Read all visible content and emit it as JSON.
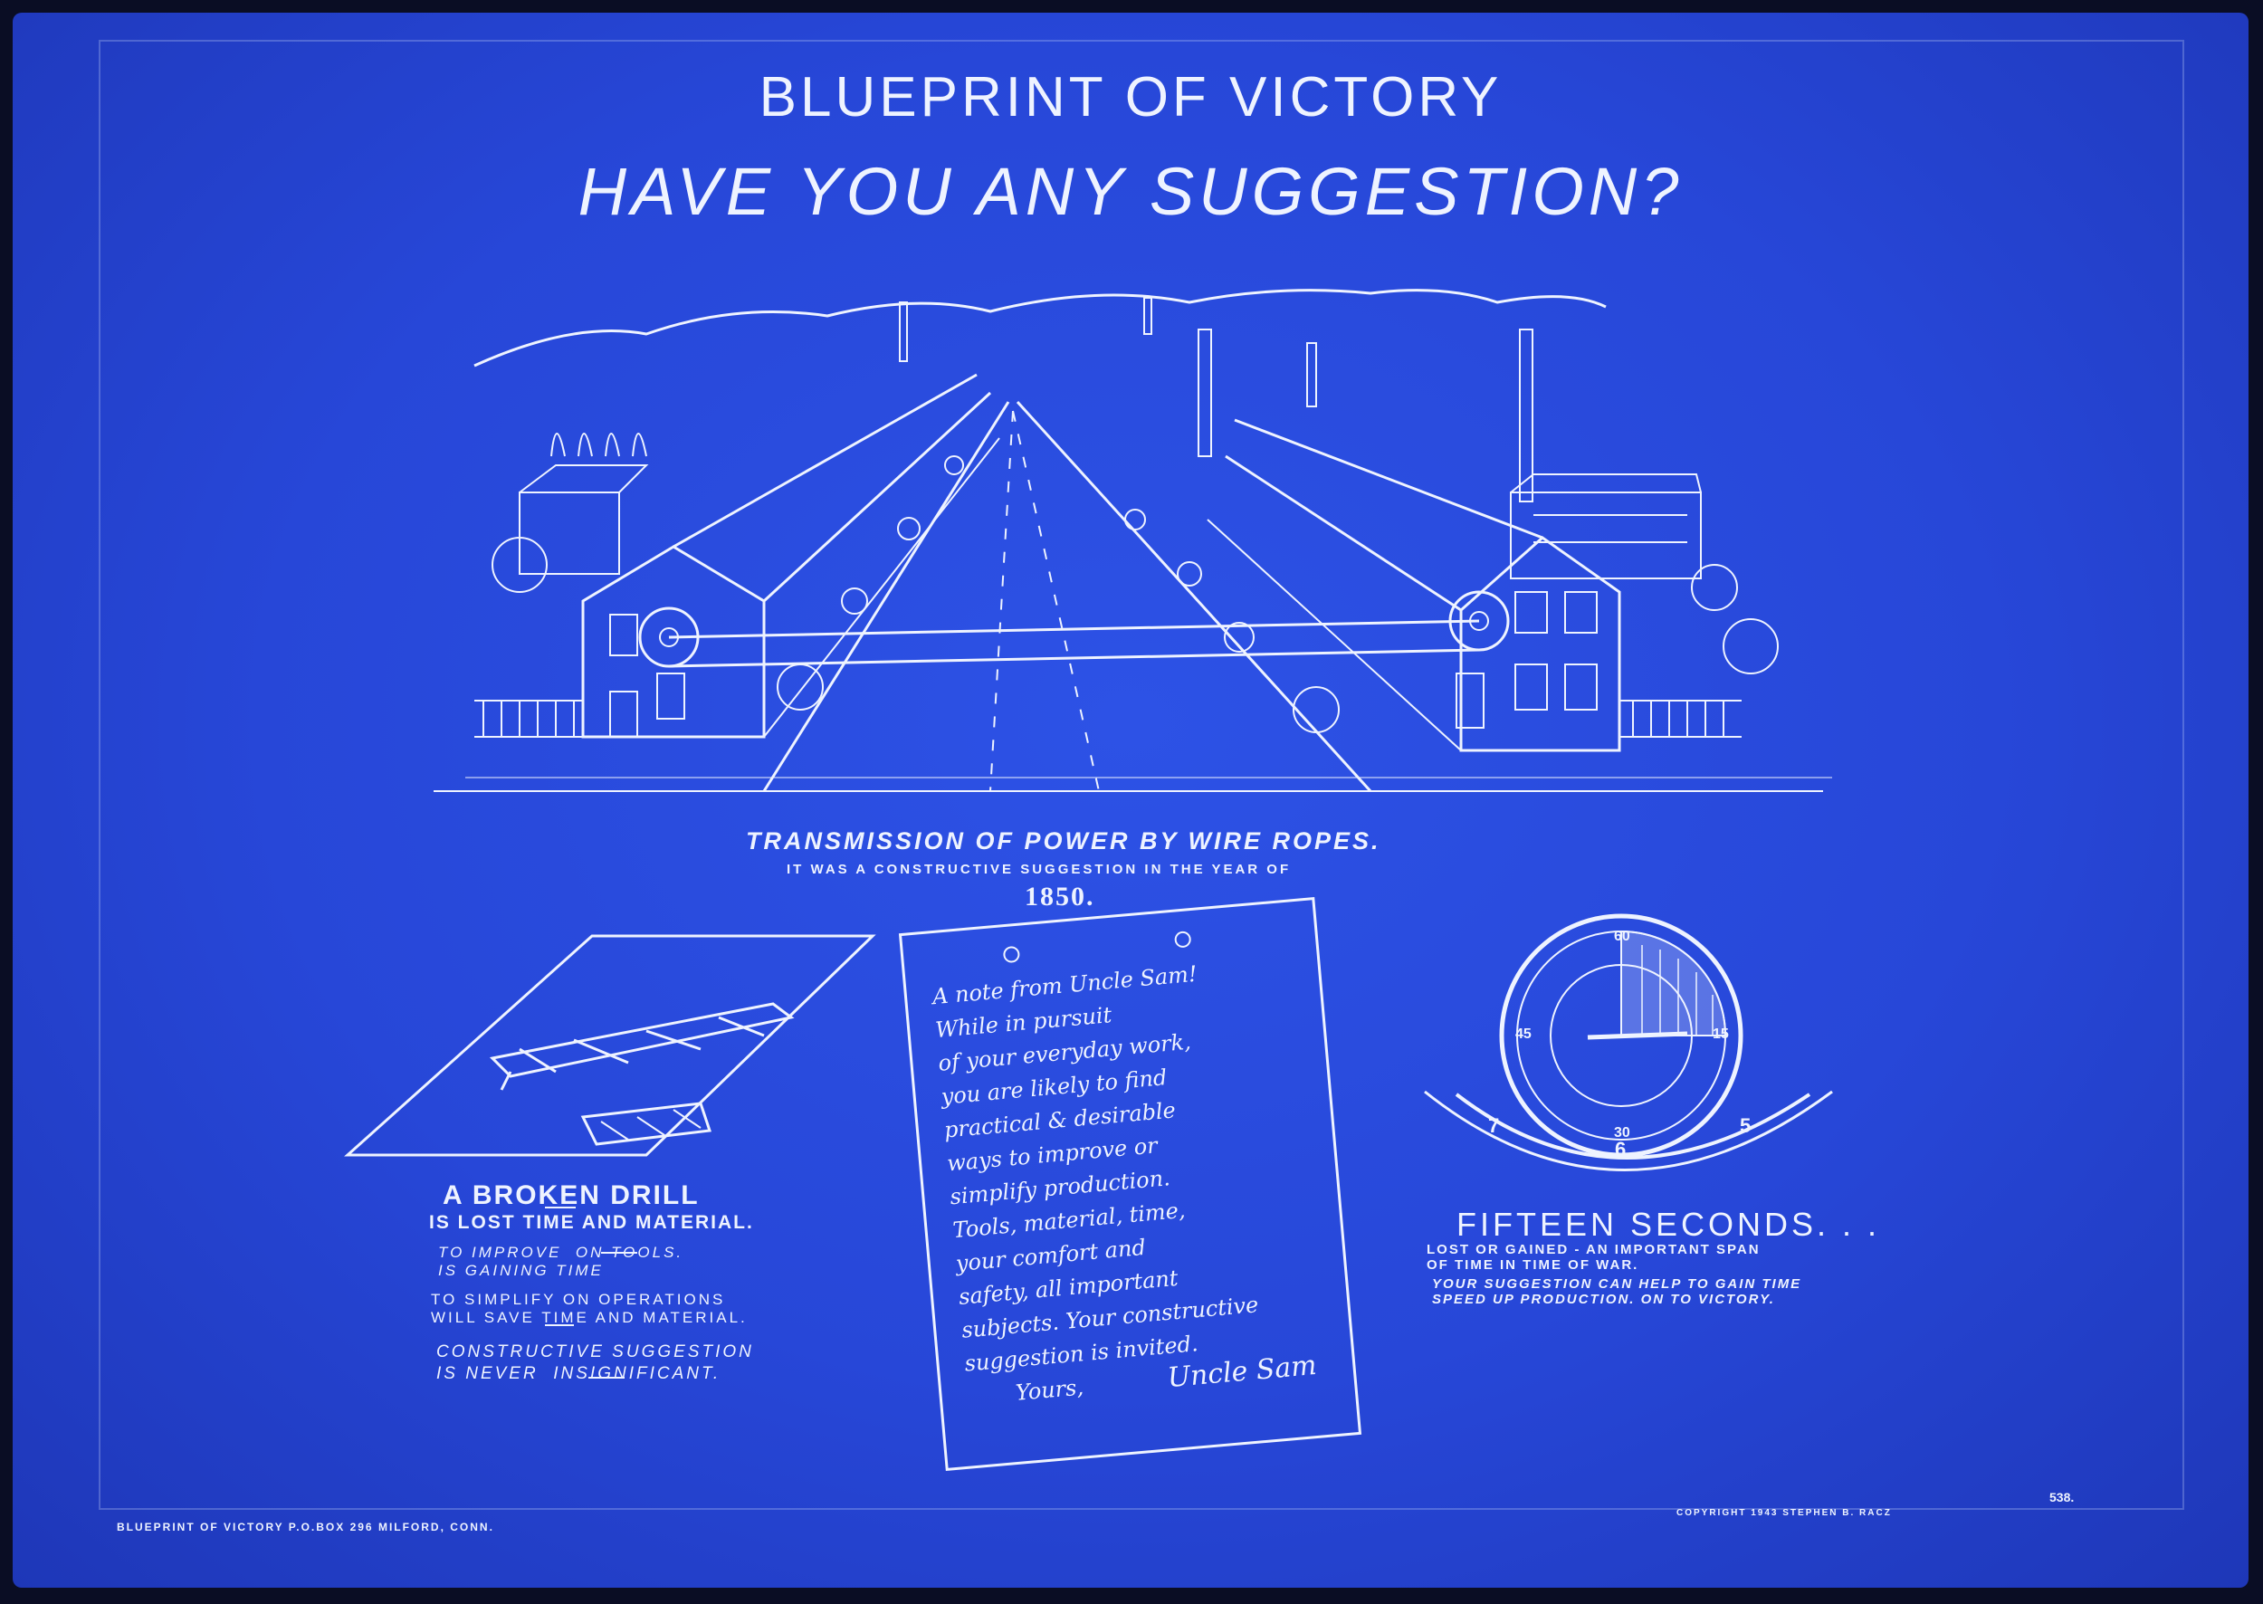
{
  "poster": {
    "title": "BLUEPRINT OF VICTORY",
    "question": "HAVE YOU ANY SUGGESTION?"
  },
  "factory": {
    "caption": "TRANSMISSION OF POWER BY WIRE ROPES.",
    "subcaption": "IT WAS A CONSTRUCTIVE SUGGESTION IN THE YEAR OF",
    "year": "1850."
  },
  "drill": {
    "heading": "A BROKEN DRILL",
    "subheading": "IS LOST TIME AND MATERIAL.",
    "tip1": "TO IMPROVE  ON TOOLS.\nIS GAINING TIME",
    "tip2": "TO SIMPLIFY ON OPERATIONS\nWILL SAVE TIME AND MATERIAL.",
    "tip3": "CONSTRUCTIVE SUGGESTION\nIS NEVER  INSIGNIFICANT."
  },
  "note": {
    "heading": "A note from Uncle Sam!",
    "body": "While in pursuit\nof your everyday work,\nyou are likely to find\npractical & desirable\nways to improve or\nsimplify production.\nTools, material, time,\nyour comfort and\nsafety, all important\nsubjects. Your constructive\nsuggestion is invited.",
    "closing": "Yours,",
    "signature": "Uncle Sam"
  },
  "clock": {
    "heading": "FIFTEEN  SECONDS. . .",
    "line1": "LOST OR GAINED - AN IMPORTANT SPAN\nOF TIME IN TIME OF WAR.",
    "line2": "YOUR SUGGESTION CAN HELP TO GAIN TIME\nSPEED UP PRODUCTION. ON TO VICTORY.",
    "dial_top": "60",
    "dial_right": "15",
    "dial_bottom": "30",
    "dial_left": "45",
    "scale_labels": [
      "7",
      "6",
      "5"
    ]
  },
  "footer": {
    "left": "BLUEPRINT  OF VICTORY   P.O.BOX 296  MILFORD, CONN.",
    "right": "COPYRIGHT 1943    STEPHEN B. RACZ",
    "plate": "538."
  },
  "colors": {
    "paper": "#2747d8",
    "ink": "#eef3ff",
    "border": "#0a0d24"
  }
}
